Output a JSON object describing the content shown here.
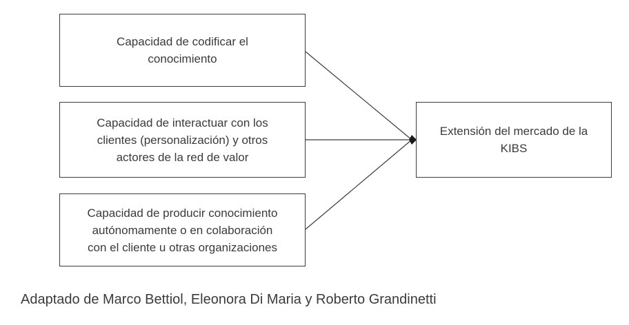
{
  "diagram": {
    "inputs": [
      {
        "label": "Capacidad  de  codificar  el\nconocimiento"
      },
      {
        "label": "Capacidad  de  interactuar  con  los\nclientes  (personalización)  y  otros\nactores  de  la  red  de  valor"
      },
      {
        "label": "Capacidad  de  producir  conocimiento\nautónomamente   o  en  colaboración\ncon  el  cliente  u  otras  organizaciones"
      }
    ],
    "output": {
      "label": "Extensión  del  mercado  de  la\nKIBS"
    }
  },
  "caption": "Adaptado de Marco Bettiol, Eleonora Di Maria y Roberto Grandinetti"
}
